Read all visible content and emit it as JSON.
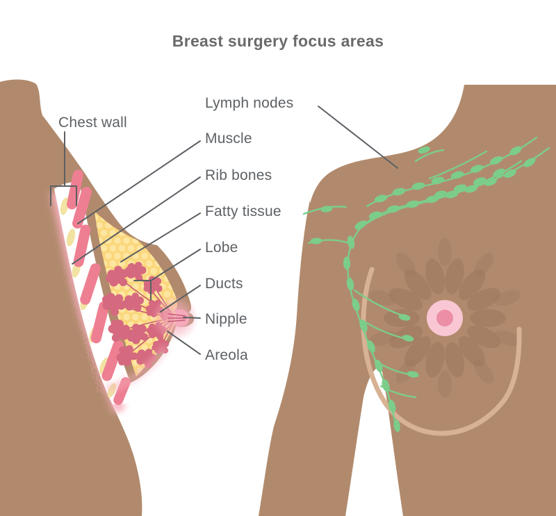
{
  "title": "Breast surgery focus areas",
  "figures": {
    "left": {
      "name": "breast-cross-section",
      "labels": {
        "chest_wall": "Chest wall",
        "muscle": "Muscle",
        "rib_bones": "Rib bones",
        "fatty_tissue": "Fatty tissue",
        "lobe": "Lobe",
        "ducts": "Ducts",
        "nipple": "Nipple",
        "areola": "Areola"
      }
    },
    "right": {
      "name": "front-view-lymphatic-figure",
      "labels": {
        "lymph_nodes": "Lymph nodes"
      }
    }
  },
  "colors": {
    "background": "#ffffff",
    "title_text": "#6a6a6a",
    "label_text": "#5d6165",
    "leader_line": "#5b5f63",
    "skin": "#b18a6d",
    "skin_shadow": "#9b765d",
    "fat": "#fbd77c",
    "fat_cell": "#fde6a2",
    "muscle": "#ee7f92",
    "rib": "#f2e3a3",
    "lobe": "#d5697f",
    "duct": "#c35a73",
    "glow": "#f6aebc",
    "glow_bright": "#f9c3cd",
    "areola": "#f8c7d3",
    "nipple": "#ec8ea6",
    "lymph": "#7ccd8a",
    "crease": "#d8b294"
  }
}
